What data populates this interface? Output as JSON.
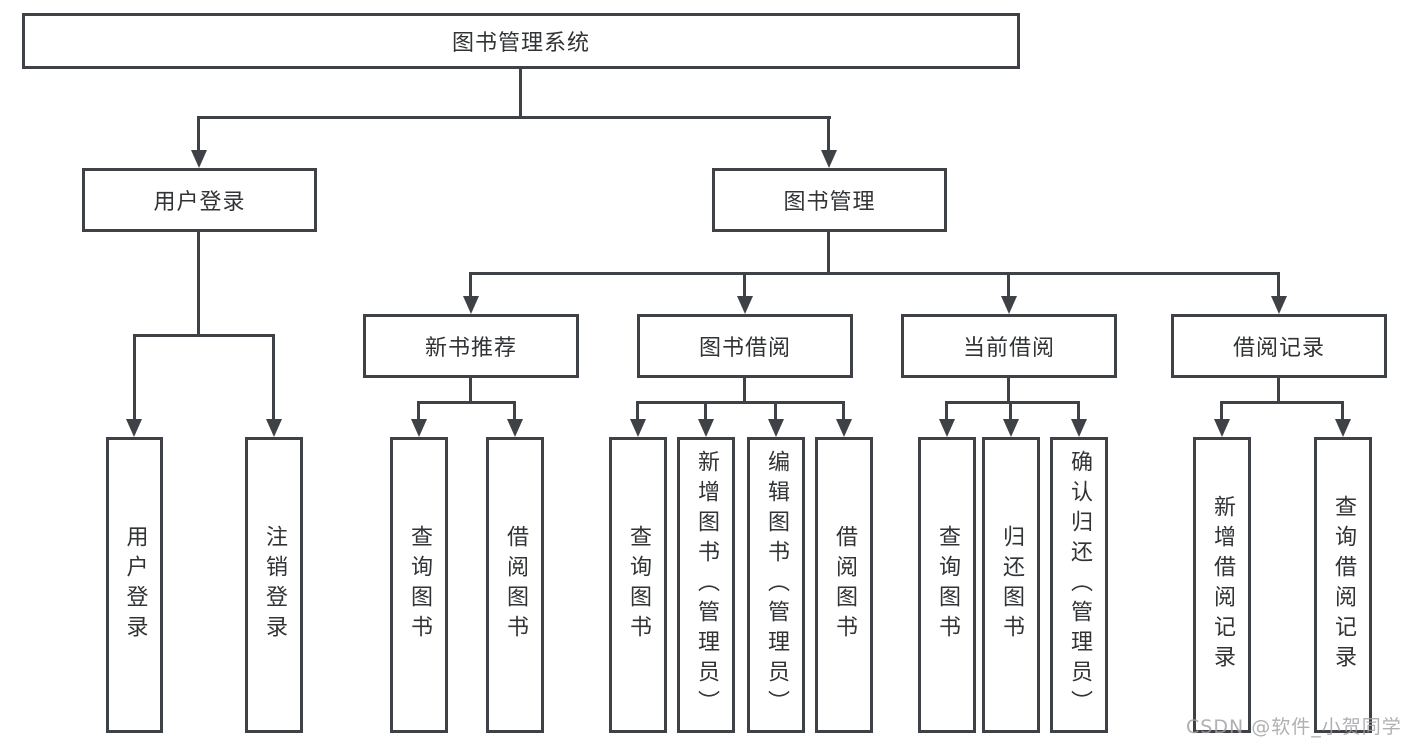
{
  "diagram": {
    "root": {
      "label": "图书管理系统"
    },
    "branches": [
      {
        "label": "用户登录",
        "children": [
          "用户登录",
          "注销登录"
        ]
      },
      {
        "label": "图书管理",
        "sections": [
          {
            "label": "新书推荐",
            "children": [
              "查询图书",
              "借阅图书"
            ]
          },
          {
            "label": "图书借阅",
            "children": [
              "查询图书",
              "新增图书（管理员）",
              "编辑图书（管理员）",
              "借阅图书"
            ]
          },
          {
            "label": "当前借阅",
            "children": [
              "查询图书",
              "归还图书",
              "确认归还（管理员）"
            ]
          },
          {
            "label": "借阅记录",
            "children": [
              "新增借阅记录",
              "查询借阅记录"
            ]
          }
        ]
      }
    ],
    "watermark": "CSDN @软件_小贺同学",
    "colors": {
      "line": "#3e4145",
      "text": "#313335",
      "wm": "#a3a3a3"
    }
  }
}
